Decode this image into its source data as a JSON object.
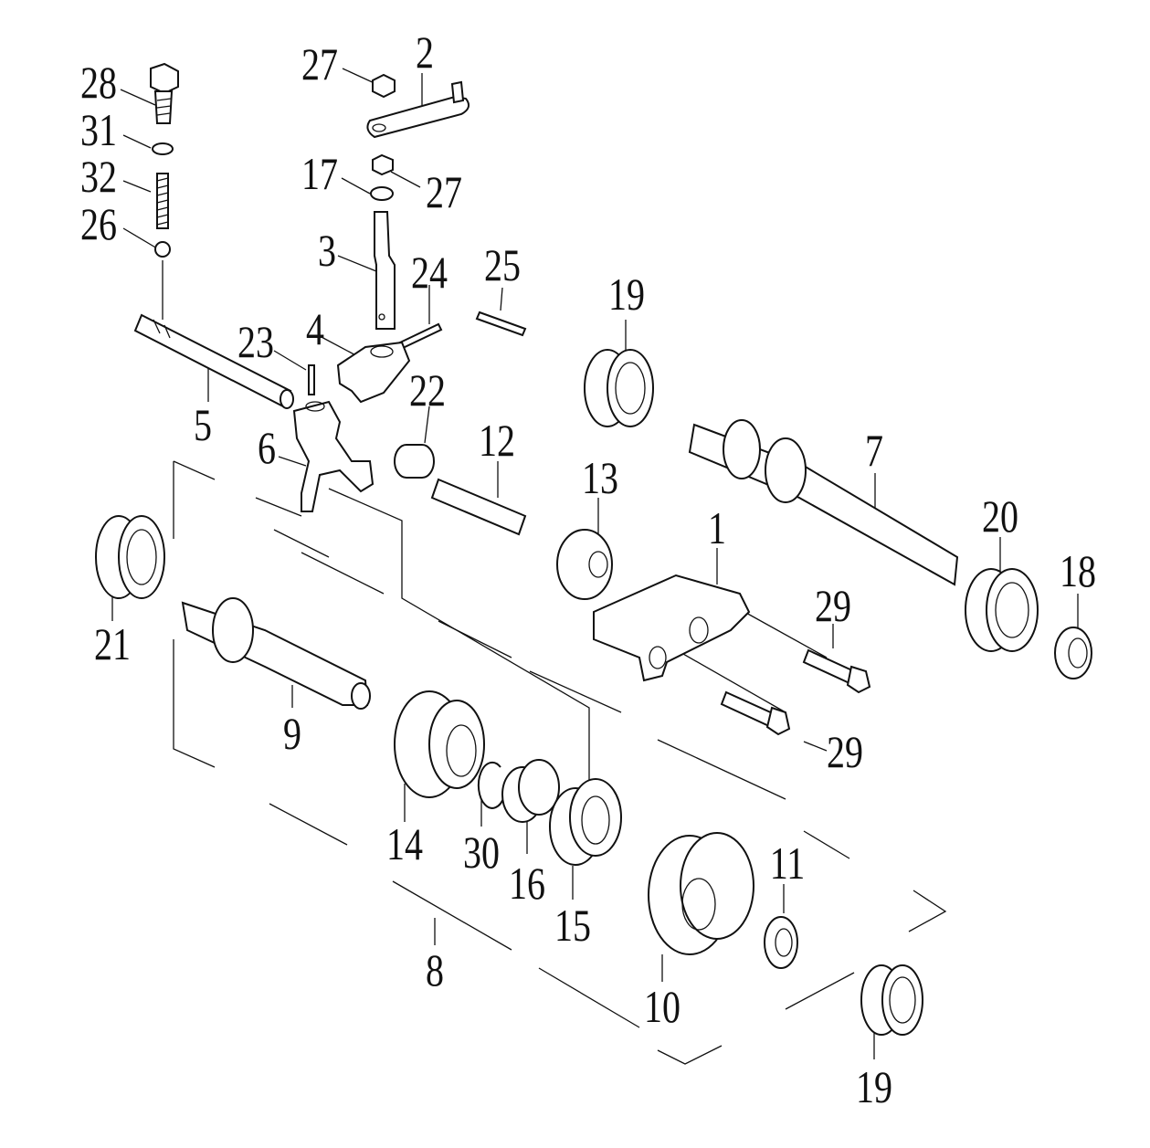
{
  "callouts": {
    "n1": "1",
    "n2": "2",
    "n3": "3",
    "n4": "4",
    "n5": "5",
    "n6": "6",
    "n7": "7",
    "n8": "8",
    "n9": "9",
    "n10": "10",
    "n11": "11",
    "n12": "12",
    "n13": "13",
    "n14": "14",
    "n15": "15",
    "n16": "16",
    "n17": "17",
    "n18": "18",
    "n19a": "19",
    "n19b": "19",
    "n20": "20",
    "n21": "21",
    "n22": "22",
    "n23": "23",
    "n24": "24",
    "n25": "25",
    "n26": "26",
    "n27a": "27",
    "n27b": "27",
    "n28": "28",
    "n29a": "29",
    "n29b": "29",
    "n30": "30",
    "n31": "31",
    "n32": "32"
  },
  "colors": {
    "ink": "#111111",
    "paper": "#ffffff"
  }
}
